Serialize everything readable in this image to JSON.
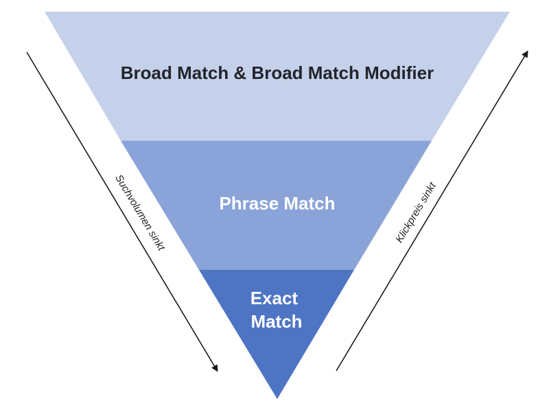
{
  "funnel": {
    "levels": [
      {
        "id": "broad",
        "label_lines": [
          "Broad Match & Broad Match Modifier"
        ],
        "color": "#c5d1ea",
        "text_color": "#22252b"
      },
      {
        "id": "phrase",
        "label_lines": [
          "Phrase Match"
        ],
        "color": "#8aa3d8",
        "text_color": "#ffffff"
      },
      {
        "id": "exact",
        "label_lines": [
          "Exact",
          "Match"
        ],
        "color": "#4e75c4",
        "text_color": "#ffffff"
      }
    ]
  },
  "arrows": {
    "left": {
      "label": "Suchvolumen sinkt",
      "direction": "down"
    },
    "right": {
      "label": "Klickpreis sinkt",
      "direction": "up"
    }
  }
}
